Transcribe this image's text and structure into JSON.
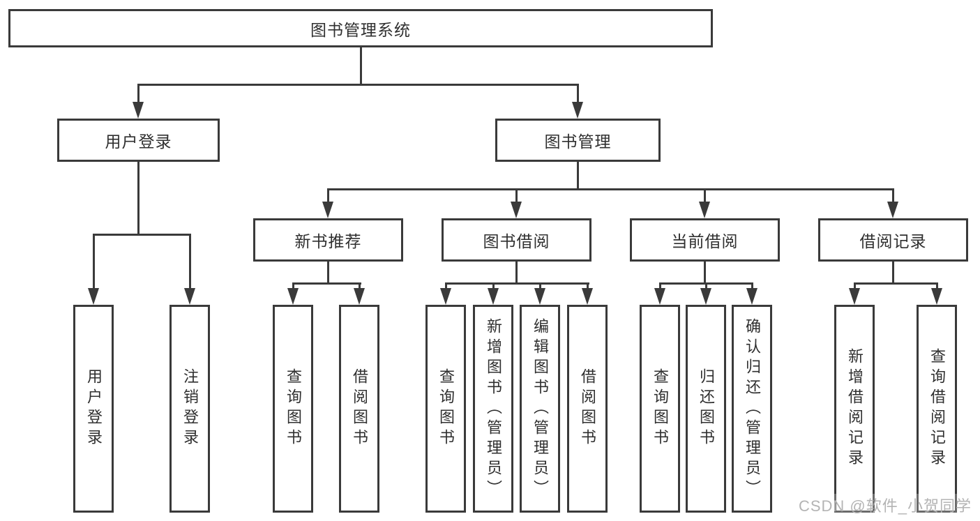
{
  "diagram_title": "图书管理系统",
  "tree": {
    "label": "图书管理系统",
    "children": [
      {
        "label": "用户登录",
        "children": [
          {
            "label": "用户登录"
          },
          {
            "label": "注销登录"
          }
        ]
      },
      {
        "label": "图书管理",
        "children": [
          {
            "label": "新书推荐",
            "children": [
              {
                "label": "查询图书"
              },
              {
                "label": "借阅图书"
              }
            ]
          },
          {
            "label": "图书借阅",
            "children": [
              {
                "label": "查询图书"
              },
              {
                "label": "新增图书（管理员）"
              },
              {
                "label": "编辑图书（管理员）"
              },
              {
                "label": "借阅图书"
              }
            ]
          },
          {
            "label": "当前借阅",
            "children": [
              {
                "label": "查询图书"
              },
              {
                "label": "归还图书"
              },
              {
                "label": "确认归还（管理员）"
              }
            ]
          },
          {
            "label": "借阅记录",
            "children": [
              {
                "label": "新增借阅记录"
              },
              {
                "label": "查询借阅记录"
              }
            ]
          }
        ]
      }
    ]
  },
  "watermark": "CSDN @软件_小贺同学",
  "colors": {
    "line": "#3a3a3a",
    "text": "#2f2f2f",
    "background": "#ffffff",
    "watermark": "#b4b4b4"
  }
}
